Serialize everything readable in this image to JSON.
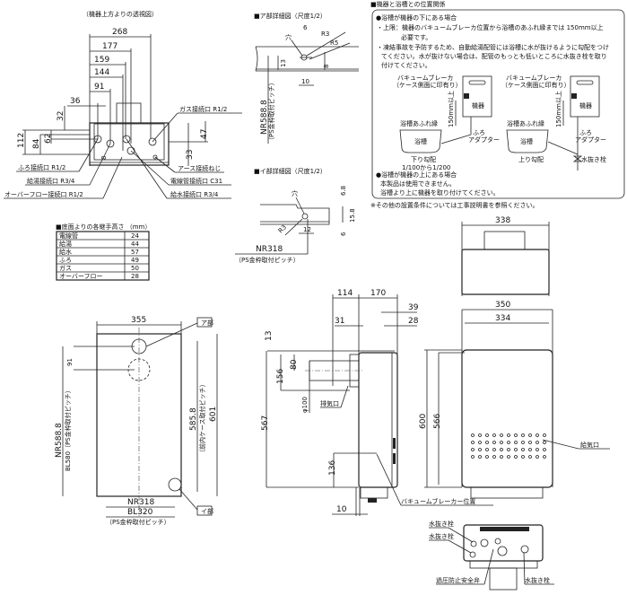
{
  "top_view": {
    "title": "（機器上方よりの透視図）",
    "dims": {
      "w268": "268",
      "w177": "177",
      "w159": "159",
      "w144": "144",
      "w91": "91",
      "w36": "36",
      "h32": "32",
      "h112": "112",
      "h84": "84",
      "h62": "62",
      "h47": "47",
      "h33": "33",
      "h8": "8"
    },
    "labels": {
      "gas": "ガス接続口 R1/2",
      "earth": "アース接続ねじ",
      "bath": "ふろ接続口 R1/2",
      "hot": "給湯接続口 R3/4",
      "conduit": "電線管接続口 C31",
      "overflow": "オーバーフロー接続口 R1/2",
      "water": "給水接続口 R3/4"
    }
  },
  "table": {
    "title": "■底面よりの各継手高さ （mm）",
    "rows": [
      [
        "電線管",
        "24"
      ],
      [
        "給湯",
        "44"
      ],
      [
        "給水",
        "57"
      ],
      [
        "ふろ",
        "49"
      ],
      [
        "ガス",
        "50"
      ],
      [
        "オーバーフロー",
        "28"
      ]
    ]
  },
  "detail_a": {
    "title": "■ア部詳細図（尺度1/2）",
    "hole": "穴",
    "d6": "6",
    "r3": "R3",
    "r5": "R5",
    "d13": "13",
    "d8": "8",
    "d10": "10",
    "pitch": "NR588.8",
    "pitch_note": "（PS金枠取付ピッチ）"
  },
  "detail_b": {
    "title": "■イ部詳細図（尺度1/2）",
    "hole": "穴",
    "d68": "6.8",
    "d158": "15.8",
    "d6": "6",
    "r3": "R3",
    "d12": "12",
    "pitch": "NR318",
    "pitch_note": "（PS金枠取付ピッチ）"
  },
  "notes": {
    "title": "■機器と浴槽との位置関係",
    "case1": "●浴槽が機器の下にある場合",
    "line1a": "・上限：機器のバキュームブレーカ位置から浴槽のあふれ縁までは 150mm以上",
    "line1b": "必要です。",
    "line2a": "・凍結事故を予防するため、自動給湯配管には浴槽に水が抜けるように勾配をつけ",
    "line2b": "てください。水が抜けない場合は、配管のもっとも低いところに水抜き栓を取り",
    "line2c": "付けてください。",
    "vb": "バキュームブレーカ",
    "vb_note": "（ケース側面に印有り）",
    "unit": "機器",
    "h150": "150mm以上",
    "rim": "浴槽あふれ縁",
    "tub": "浴槽",
    "adapter1": "ふろ",
    "adapter2": "アダプター",
    "down": "下り勾配",
    "down_ratio": "1/100から1/200",
    "up": "上り勾配",
    "drain": "水抜き栓",
    "case2": "●浴槽が機器の上にある場合",
    "line3": "本製品は使用できません。",
    "line4": "浴槽より上に機器を取り付けてください。",
    "footer": "※その他の設置条件については工事説明書を参照ください。"
  },
  "front_view": {
    "w355": "355",
    "h91": "91",
    "part_a": "ア部",
    "part_b": "イ部",
    "left_pitch1": "NR588.8",
    "left_pitch2": "BL580（PS金枠取付ピッチ）",
    "inner1": "585.8",
    "inner2": "（前内ケース取付ピッチ）",
    "h601": "601",
    "bottom1": "NR318",
    "bottom2": "BL320",
    "bottom3": "（PS金枠取付ピッチ）"
  },
  "side_view": {
    "w114": "114",
    "w170": "170",
    "w39": "39",
    "w31": "31",
    "w28": "28",
    "h13": "13",
    "h156": "156",
    "h80": "80",
    "d100": "φ100",
    "exhaust": "排気口",
    "h567": "567",
    "h136": "136",
    "w10": "10",
    "vb_pos": "バキュームブレーカー位置"
  },
  "right_view": {
    "w338": "338",
    "w350": "350",
    "w334": "334",
    "h600": "600",
    "h566": "566",
    "intake": "給気口"
  },
  "bottom_view": {
    "drain1": "水抜き栓",
    "drain2": "水抜き栓",
    "relief": "過圧防止安全弁",
    "drain3": "水抜き栓"
  }
}
